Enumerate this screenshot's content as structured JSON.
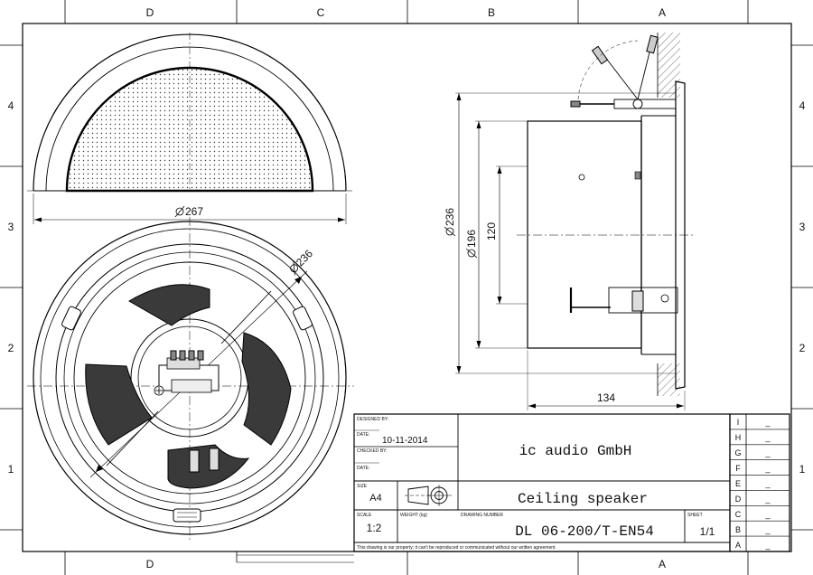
{
  "frame": {
    "columns_top": [
      "D",
      "C",
      "B",
      "A"
    ],
    "columns_bottom": [
      "D",
      "A"
    ],
    "rows_left": [
      "4",
      "3",
      "2",
      "1"
    ],
    "rows_right": [
      "4",
      "3",
      "2",
      "1"
    ]
  },
  "dimensions": {
    "top_diameter": "267",
    "front_diameter": "236",
    "side_outer": "236",
    "side_cutout": "196",
    "side_height": "120",
    "side_depth": "134"
  },
  "title_block": {
    "designed_by_label": "DESIGNED BY:",
    "date_label": "DATE:",
    "date_value": "10-11-2014",
    "checked_by_label": "CHECKED BY:",
    "date2_label": "DATE:",
    "company": "ic audio GmbH",
    "size_label": "SIZE",
    "size_value": "A4",
    "title": "Ceiling speaker",
    "scale_label": "SCALE",
    "scale_value": "1:2",
    "weight_label": "WEIGHT (kg)",
    "drawing_number_label": "DRAWING NUMBER",
    "drawing_number": "DL 06-200/T-EN54",
    "sheet_label": "SHEET",
    "sheet_value": "1/1",
    "disclaimer": "This drawing is our property; it can't be reproduced or communicated without our written agreement.",
    "revisions": [
      {
        "letter": "I",
        "value": "_"
      },
      {
        "letter": "H",
        "value": "_"
      },
      {
        "letter": "G",
        "value": "_"
      },
      {
        "letter": "F",
        "value": "_"
      },
      {
        "letter": "E",
        "value": "_"
      },
      {
        "letter": "D",
        "value": "_"
      },
      {
        "letter": "C",
        "value": "_"
      },
      {
        "letter": "B",
        "value": "_"
      },
      {
        "letter": "A",
        "value": "_"
      }
    ]
  },
  "icons": {
    "projection_symbol": "first-angle-projection-icon",
    "diameter_symbol": "diameter-icon"
  }
}
